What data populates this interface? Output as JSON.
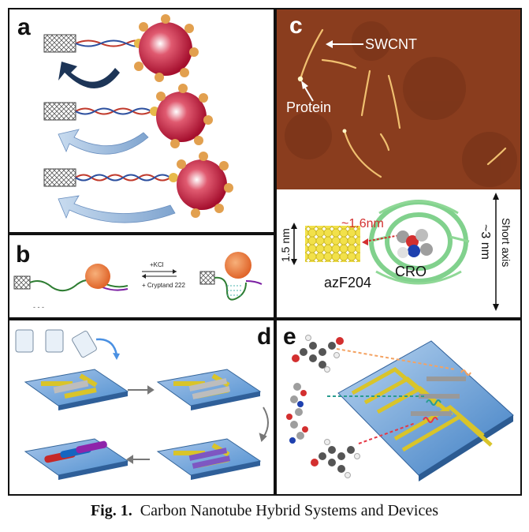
{
  "panels": {
    "a": {
      "label": "a"
    },
    "b": {
      "label": "b",
      "kcl": "+KCl",
      "cryptand": "+ Cryptand 222"
    },
    "c": {
      "label": "c",
      "swcnt": "SWCNT",
      "protein": "Protein",
      "gap": "~1.6nm",
      "diameter": "1.5 nm",
      "residue": "azF204",
      "chromophore": "CRO",
      "short_axis_1": "Short axis",
      "short_axis_2": "~3 nm"
    },
    "d": {
      "label": "d"
    },
    "e": {
      "label": "e"
    }
  },
  "caption": {
    "prefix": "Fig. 1.",
    "text": "Carbon Nanotube Hybrid Systems and Devices"
  },
  "colors": {
    "afm_background": "#8a3d1e",
    "protein_sphere": "#c4123a",
    "gfp_green": "#6cc97a",
    "cnt_yellow": "#f2e14a",
    "chip_blue": "#4f8fd0",
    "electrode_gold": "#d9c42a"
  }
}
